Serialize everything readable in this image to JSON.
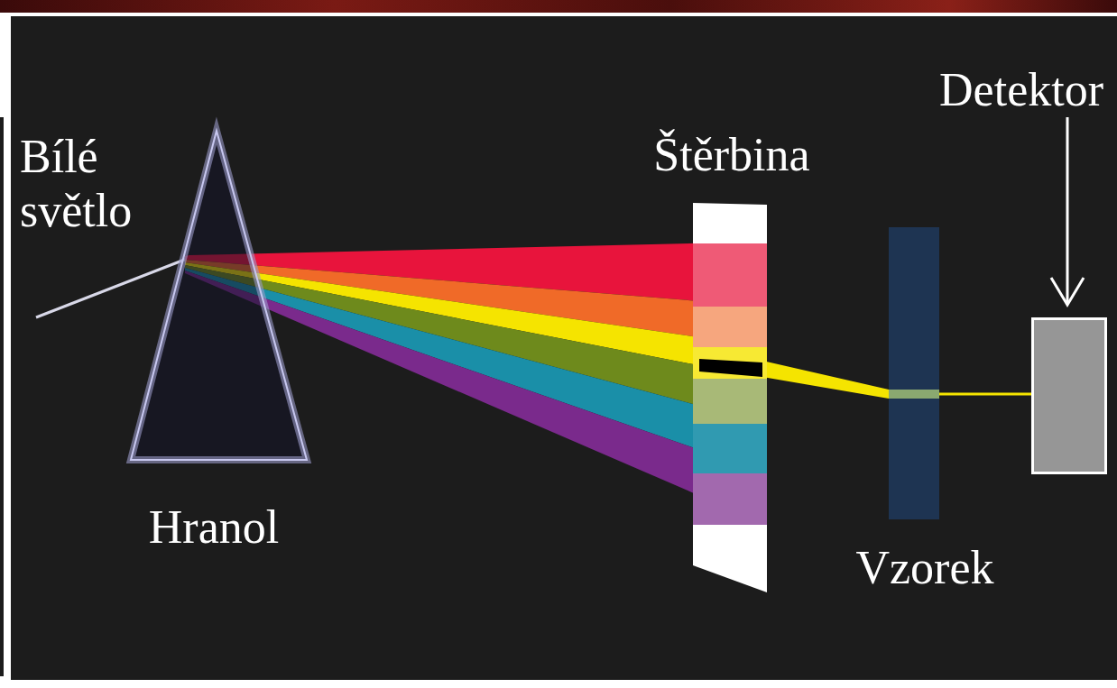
{
  "diagram": {
    "nodes": [
      {
        "text": [
          "Hranol"
        ]
      },
      {
        "text": [
          "Štěrbina"
        ]
      },
      {
        "text": [
          "Vzorek"
        ]
      },
      {
        "text": [
          "Detektor"
        ]
      }
    ],
    "labels": [
      "Bílé světlo"
    ]
  }
}
